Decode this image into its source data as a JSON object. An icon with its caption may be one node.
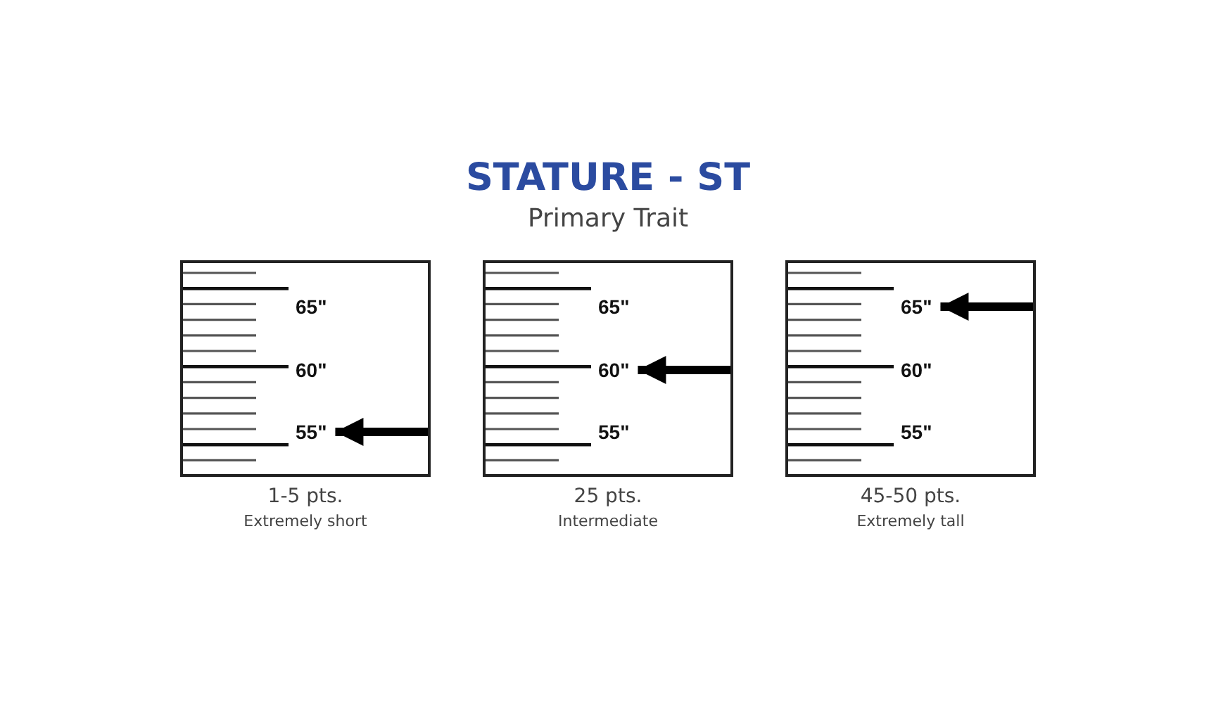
{
  "diagram": {
    "title": "STATURE - ST",
    "nodes": [
      {
        "text": [],
        "shape": "box",
        "beside": [
          "1-5 pts.",
          "Extremely short"
        ]
      },
      {
        "text": [
          "65\""
        ],
        "in": 0
      },
      {
        "text": [
          "60\""
        ],
        "in": 0
      },
      {
        "text": [
          "55\""
        ],
        "in": 0
      },
      {
        "text": [],
        "shape": "box",
        "beside": [
          "25 pts.",
          "Intermediate"
        ]
      },
      {
        "text": [
          "65\""
        ],
        "in": 4
      },
      {
        "text": [
          "60\""
        ],
        "in": 4
      },
      {
        "text": [
          "55\""
        ],
        "in": 4
      },
      {
        "text": [],
        "shape": "box",
        "beside": [
          "45-50 pts.",
          "Extremely tall"
        ]
      },
      {
        "text": [
          "65\""
        ],
        "in": 8
      },
      {
        "text": [
          "60\""
        ],
        "in": 8
      },
      {
        "text": [
          "55\""
        ],
        "in": 8
      }
    ],
    "edges": [
      {
        "from": null,
        "to": 3,
        "arrow": "to"
      },
      {
        "from": null,
        "to": 6,
        "arrow": "to"
      },
      {
        "from": null,
        "to": 9,
        "arrow": "to"
      }
    ],
    "labels": [
      "Primary Trait"
    ]
  }
}
